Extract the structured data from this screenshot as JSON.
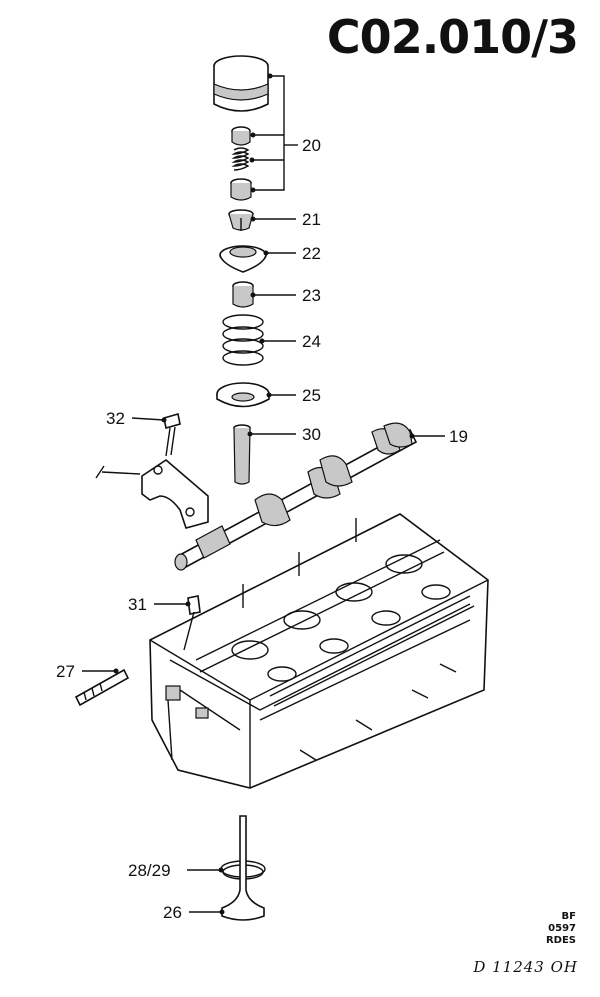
{
  "page_code": "C02.010/3",
  "stamp": {
    "line1": "BF",
    "line2": "0597",
    "line3": "RDES"
  },
  "handwritten_note": "D 11243 OH",
  "callouts": [
    {
      "id": "20",
      "label": "20"
    },
    {
      "id": "21",
      "label": "21"
    },
    {
      "id": "22",
      "label": "22"
    },
    {
      "id": "23",
      "label": "23"
    },
    {
      "id": "24",
      "label": "24"
    },
    {
      "id": "25",
      "label": "25"
    },
    {
      "id": "30",
      "label": "30"
    },
    {
      "id": "19",
      "label": "19"
    },
    {
      "id": "32",
      "label": "32"
    },
    {
      "id": "31",
      "label": "31"
    },
    {
      "id": "27",
      "label": "27"
    },
    {
      "id": "2829",
      "label": "28/29"
    },
    {
      "id": "26",
      "label": "26"
    }
  ]
}
